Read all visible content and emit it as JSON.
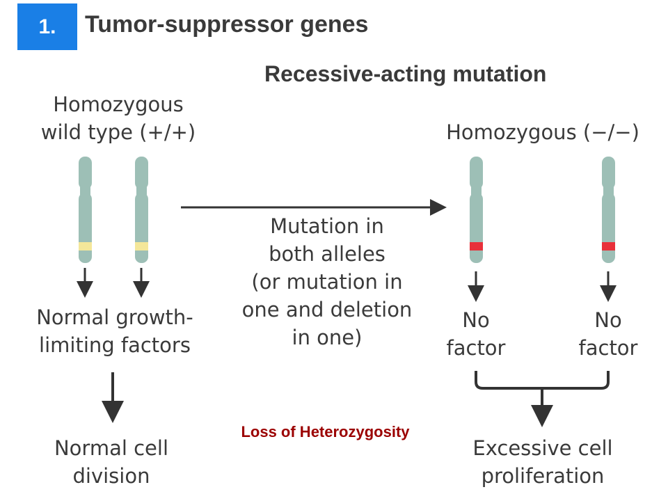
{
  "header": {
    "badge": "1.",
    "title": "Tumor-suppressor genes",
    "subtitle": "Recessive-acting mutation"
  },
  "left": {
    "label_lines": [
      "Homozygous",
      "wild type (+/+)"
    ],
    "product_lines": [
      "Normal growth-",
      "limiting factors"
    ],
    "outcome_lines": [
      "Normal cell",
      "division"
    ]
  },
  "middle": {
    "label_lines": [
      "Mutation in",
      "both alleles",
      "(or mutation in",
      "one and deletion",
      "in one)"
    ]
  },
  "right": {
    "label": "Homozygous (−/−)",
    "product_1_lines": [
      "No",
      "factor"
    ],
    "product_2_lines": [
      "No",
      "factor"
    ],
    "outcome_lines": [
      "Excessive cell",
      "proliferation"
    ]
  },
  "annotation": {
    "loh": "Loss of Heterozygosity"
  },
  "colors": {
    "badge": "#1a7fe6",
    "chromosome": "#9dbfb6",
    "wild_type_allele": "#f4e79a",
    "mutant_allele": "#e8303a",
    "arrow": "#333333",
    "loh_text": "#9b0000"
  }
}
